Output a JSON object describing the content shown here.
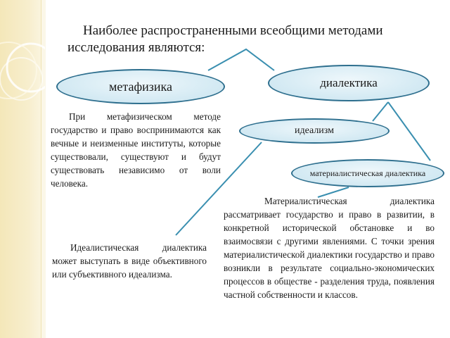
{
  "title": {
    "line1": "Наиболее распространенными всеобщими методами",
    "line2": "исследования являются:"
  },
  "nodes": {
    "metaphysics": "метафизика",
    "dialectics": "диалектика",
    "idealism": "идеализм",
    "materialist_dialectics": "материалистическая диалектика"
  },
  "texts": {
    "metaphysics_description": "При метафизическом методе государство и право воспринимаются как вечные и неизменные институты, которые существовали, существуют и будут существовать независимо от воли человека.",
    "idealist_description": "Идеалистическая диалектика может выступать в виде объективного или субъективного идеализма.",
    "materialist_description": "Материалистическая диалектика рассматривает государство и право в развитии, в конкретной исторической обстановке и во взаимосвязи с другими явлениями. С точки зрения материалистической диалектики государство и право возникли в результате социально-экономических процессов в обществе - разделения труда, появления частной собственности и классов."
  },
  "colors": {
    "ellipse_border": "#2e6f8e",
    "ellipse_fill": "#d6ebf4",
    "connector": "#3a8fb0",
    "left_band": "#f4e7b9"
  }
}
